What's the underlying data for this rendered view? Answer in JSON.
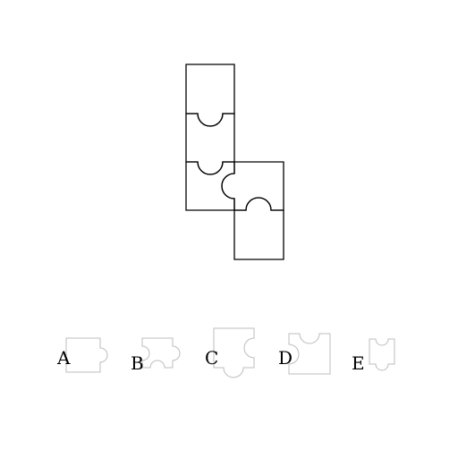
{
  "options": [
    {
      "label": "A"
    },
    {
      "label": "B"
    },
    {
      "label": "C"
    },
    {
      "label": "D"
    },
    {
      "label": "E"
    }
  ],
  "colors": {
    "puzzle_stroke": "#000000",
    "option_stroke": "#bdbdbd",
    "background": "#ffffff"
  }
}
